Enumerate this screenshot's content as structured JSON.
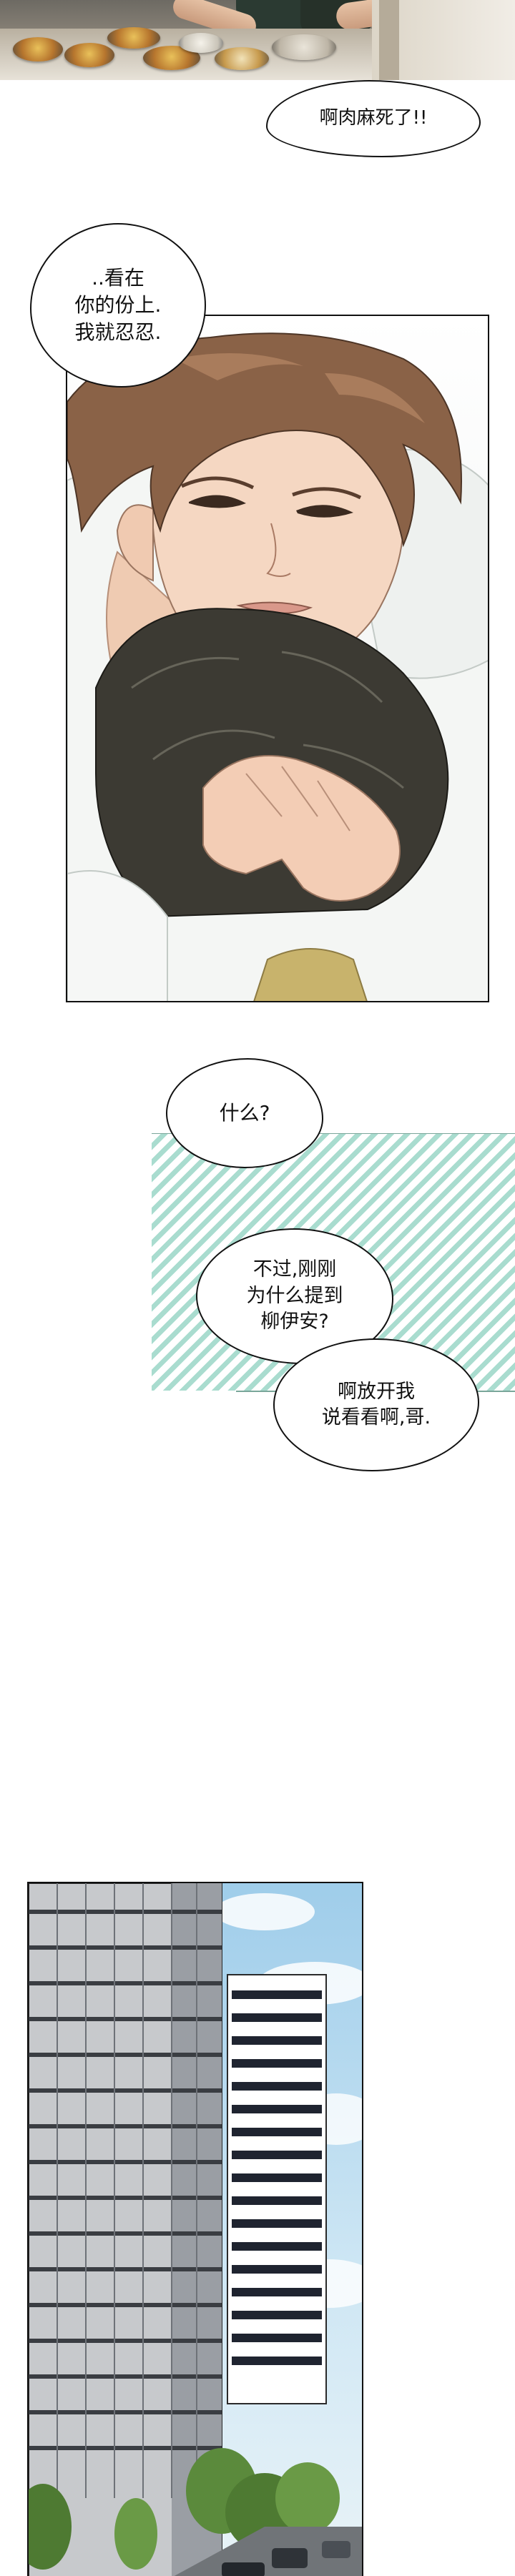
{
  "bubbles": {
    "numb": "啊肉麻死了!!",
    "bear": "..看在\n你的份上.\n我就忍忍.",
    "what": "什么?",
    "why": "不过,刚刚\n为什么提到\n柳伊安?",
    "letgo": "啊放开我\n说看看啊,哥."
  },
  "colors": {
    "stripe": "#a9dccf",
    "outline": "#111111",
    "sky": "#9fcdea"
  }
}
